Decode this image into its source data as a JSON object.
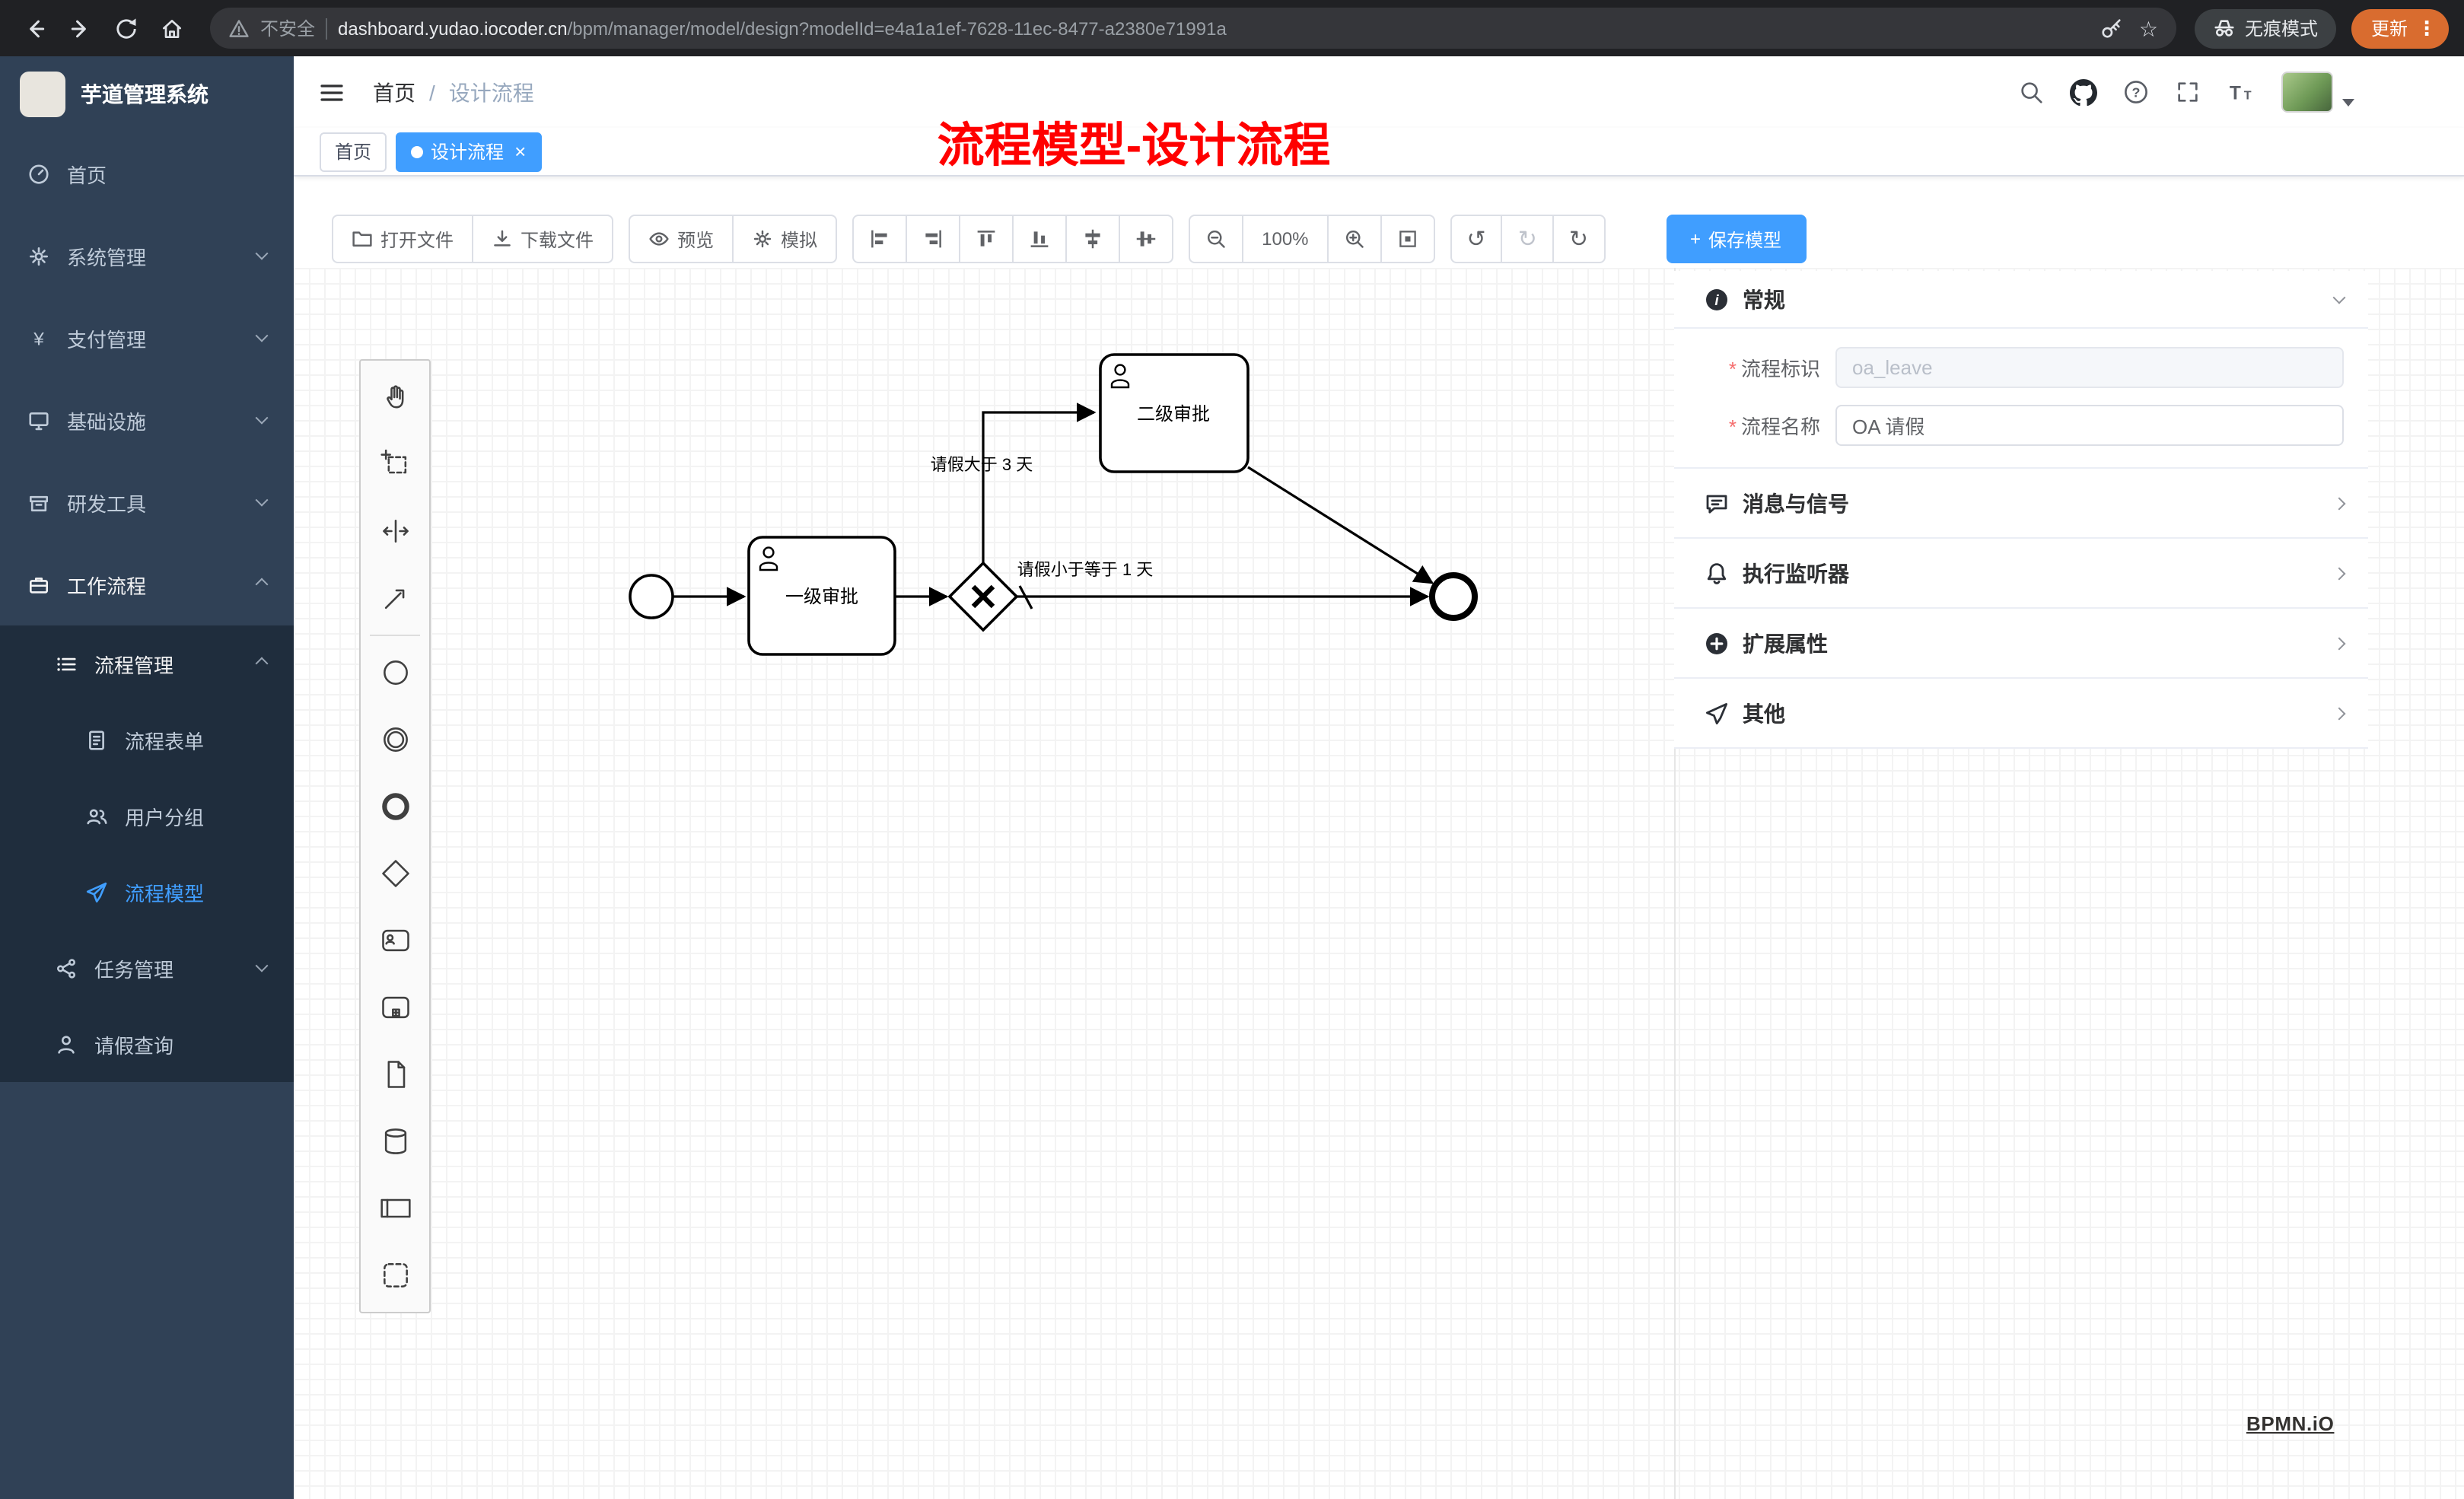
{
  "colors": {
    "accent": "#409eff",
    "sidebar_bg": "#304156",
    "submenu_bg": "#1f2d3d",
    "chrome_bg": "#202124",
    "annotation": "#ff0000",
    "update_button_bg": "#d96c2f"
  },
  "browser": {
    "security_label": "不安全",
    "url_domain": "dashboard.yudao.iocoder.cn",
    "url_path": "/bpm/manager/model/design?modelId=e4a1a1ef-7628-11ec-8477-a2380e71991a",
    "incognito_label": "无痕模式",
    "update_label": "更新"
  },
  "icons": {
    "undo": "↺",
    "redo": "↻",
    "refresh": "↻",
    "star": "☆",
    "menu_dots": "⋮",
    "plus": "+",
    "close": "×"
  },
  "sidebar": {
    "app_title": "芋道管理系统",
    "menu": [
      {
        "label": "首页"
      },
      {
        "label": "系统管理"
      },
      {
        "label": "支付管理"
      },
      {
        "label": "基础设施"
      },
      {
        "label": "研发工具"
      },
      {
        "label": "工作流程"
      },
      {
        "label": "流程管理"
      },
      {
        "label": "流程表单"
      },
      {
        "label": "用户分组"
      },
      {
        "label": "流程模型"
      },
      {
        "label": "任务管理"
      },
      {
        "label": "请假查询"
      }
    ]
  },
  "header": {
    "breadcrumb_home": "首页",
    "breadcrumb_separator": "/",
    "breadcrumb_current": "设计流程"
  },
  "tabs": {
    "home": "首页",
    "active": "设计流程"
  },
  "annotation": "流程模型-设计流程",
  "toolbar": {
    "open_file": "打开文件",
    "download_file": "下载文件",
    "preview": "预览",
    "simulate": "模拟",
    "zoom_level": "100%",
    "save_model": "保存模型"
  },
  "diagram": {
    "task1": "一级审批",
    "task2": "二级审批",
    "flow_gt3": "请假大于 3 天",
    "flow_le1": "请假小于等于 1 天"
  },
  "properties": {
    "general_title": "常规",
    "field_key_label": "流程标识",
    "field_key_value": "oa_leave",
    "field_name_label": "流程名称",
    "field_name_value": "OA 请假",
    "section_message": "消息与信号",
    "section_listener": "执行监听器",
    "section_ext": "扩展属性",
    "section_other": "其他"
  },
  "watermark": "BPMN.iO"
}
